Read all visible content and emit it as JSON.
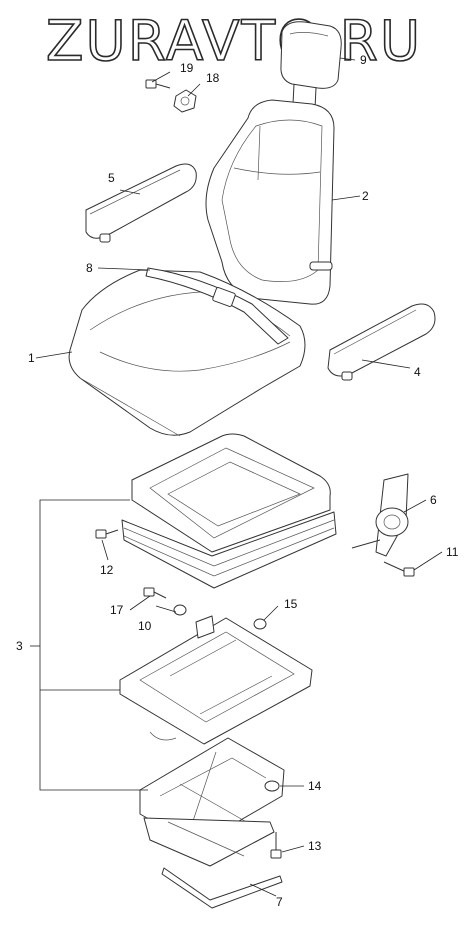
{
  "watermark": "ZURAVTO.RU",
  "parts": [
    {
      "key": "p1",
      "label": "1"
    },
    {
      "key": "p2",
      "label": "2"
    },
    {
      "key": "p3",
      "label": "3"
    },
    {
      "key": "p4",
      "label": "4"
    },
    {
      "key": "p5",
      "label": "5"
    },
    {
      "key": "p6",
      "label": "6"
    },
    {
      "key": "p7",
      "label": "7"
    },
    {
      "key": "p8",
      "label": "8"
    },
    {
      "key": "p9",
      "label": "9"
    },
    {
      "key": "p10",
      "label": "10"
    },
    {
      "key": "p11",
      "label": "11"
    },
    {
      "key": "p12",
      "label": "12"
    },
    {
      "key": "p13",
      "label": "13"
    },
    {
      "key": "p14",
      "label": "14"
    },
    {
      "key": "p15",
      "label": "15"
    },
    {
      "key": "p17",
      "label": "17"
    },
    {
      "key": "p18",
      "label": "18"
    },
    {
      "key": "p19",
      "label": "19"
    }
  ]
}
